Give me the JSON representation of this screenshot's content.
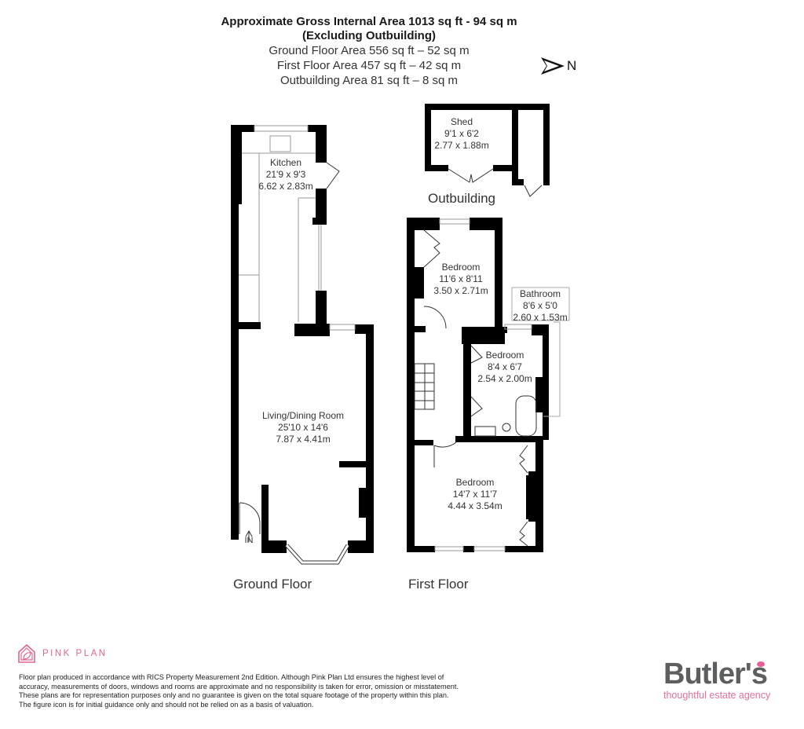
{
  "header": {
    "line1": "Approximate Gross Internal Area 1013 sq ft - 94 sq m",
    "line2": "(Excluding Outbuilding)",
    "line3": "Ground Floor Area 556 sq ft – 52 sq m",
    "line4": "First Floor Area 457 sq ft – 42 sq m",
    "line5": "Outbuilding Area 81 sq ft – 8 sq m"
  },
  "compass": {
    "icon": "north-arrow-icon",
    "label": "N"
  },
  "floors": {
    "ground": {
      "label": "Ground Floor",
      "rooms": [
        {
          "name": "Kitchen",
          "imperial": "21'9 x 9'3",
          "metric": "6.62 x 2.83m"
        },
        {
          "name": "Living/Dining Room",
          "imperial": "25'10 x 14'6",
          "metric": "7.87 x 4.41m"
        }
      ],
      "entrance": "IN"
    },
    "first": {
      "label": "First Floor",
      "rooms": [
        {
          "name": "Bedroom",
          "imperial": "11'6 x 8'11",
          "metric": "3.50 x 2.71m"
        },
        {
          "name": "Bathroom",
          "imperial": "8'6 x 5'0",
          "metric": "2.60 x 1.53m"
        },
        {
          "name": "Bedroom",
          "imperial": "8'4 x 6'7",
          "metric": "2.54 x 2.00m"
        },
        {
          "name": "Bedroom",
          "imperial": "14'7 x 11'7",
          "metric": "4.44 x 3.54m"
        }
      ]
    },
    "outbuilding": {
      "label": "Outbuilding",
      "rooms": [
        {
          "name": "Shed",
          "imperial": "9'1 x 6'2",
          "metric": "2.77 x 1.88m"
        }
      ]
    }
  },
  "footer": {
    "brand": "PINK PLAN",
    "brand_color": "#e0668f",
    "disclaimer": "Floor plan produced in accordance with RICS Property Measurement 2nd Edition. Although Pink Plan Ltd ensures the highest level of accuracy, measurements of doors, windows and rooms are approximate and no responsibility is taken for error, omission or misstatement. These plans are for representation purposes only and no guarantee is given on the total square footage of the property within this plan. The figure icon is for initial guidance only and should not be relied on as a basis of valuation.",
    "agent": "Butler's",
    "agent_name": "Butlers",
    "agent_tagline": "thoughtful estate agency",
    "agent_color": "#5d5e60",
    "agent_accent": "#e85f97"
  }
}
